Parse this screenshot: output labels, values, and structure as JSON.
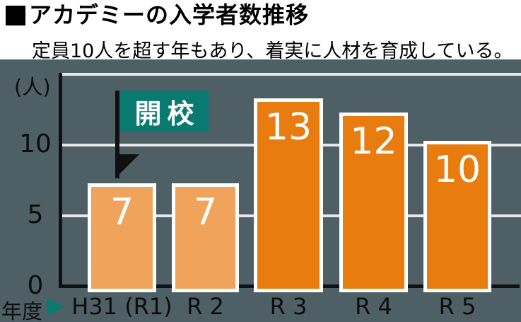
{
  "header": {
    "bullet_icon": "■",
    "title": "アカデミーの入学者数推移",
    "subtitle": "定員10人を超す年もあり、着実に人材を育成している。"
  },
  "axis": {
    "unit_label": "(人)",
    "x_axis_title": "年度",
    "x_axis_arrow_icon": "▶"
  },
  "annotation": {
    "label": "開校"
  },
  "chart_data": {
    "type": "bar",
    "title": "アカデミーの入学者数推移",
    "subtitle": "定員10人を超す年もあり、着実に人材を育成している。",
    "categories": [
      "H31 (R1)",
      "R 2",
      "R 3",
      "R 4",
      "R 5"
    ],
    "values": [
      7,
      7,
      13,
      12,
      10
    ],
    "xlabel": "年度",
    "ylabel": "(人)",
    "ylim": [
      0,
      15
    ],
    "y_ticks": [
      0,
      5,
      10
    ],
    "y_gridlines": [
      5,
      10,
      15
    ],
    "grid": true,
    "legend": false,
    "bar_colors": [
      "#F0A45B",
      "#F0A45B",
      "#E87C0E",
      "#E87C0E",
      "#E87C0E"
    ],
    "value_label_color": "#FFFFFF",
    "annotation": {
      "text": "開校",
      "target_category": "H31 (R1)",
      "shape": "teal-flag-with-down-arrow"
    }
  },
  "colors": {
    "header_background": "#FFFFFF",
    "panel_background": "#4E5F66",
    "bar_light_orange": "#F0A45B",
    "bar_dark_orange": "#E87C0E",
    "bar_border": "#FFFFFF",
    "annotation_teal": "#087A70",
    "gridline": "#E8E8E8",
    "axis_line": "#101010",
    "text_black": "#000000",
    "value_text": "#FFFFFF"
  }
}
